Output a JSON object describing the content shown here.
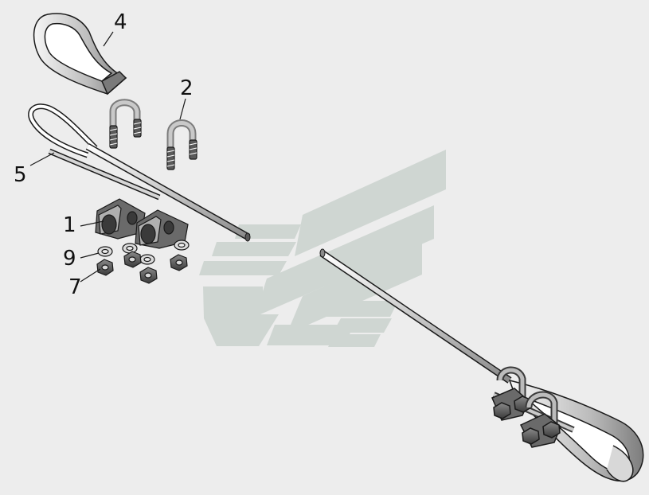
{
  "callouts": {
    "part_1": "1",
    "part_2": "2",
    "part_4": "4",
    "part_5": "5",
    "part_7": "7",
    "part_9": "9"
  },
  "colors": {
    "background": "#ededed",
    "watermark": "#cfd6d2",
    "metal_light": "#f2f2f2",
    "metal_mid": "#bdbdbd",
    "metal_dark": "#5a5a5a",
    "outline": "#1a1a1a"
  },
  "watermark": {
    "icon": "stylized-wing-logo"
  }
}
